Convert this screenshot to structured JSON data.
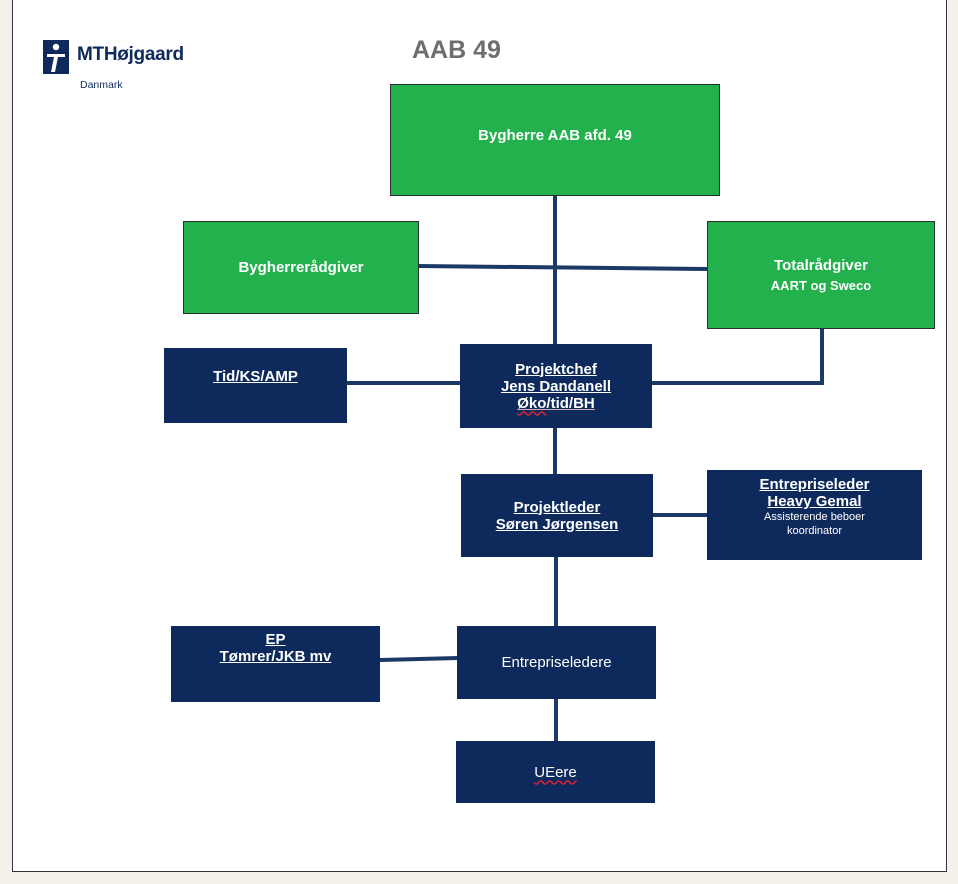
{
  "title": "AAB 49",
  "logo": {
    "name": "MTHøjgaard",
    "subtitle": "Danmark",
    "icon": "mthojgaard-logo-icon"
  },
  "colors": {
    "green": "#22b14c",
    "navy": "#0e2a5c",
    "connector": "#1c3a66"
  },
  "nodes": {
    "bygherre": {
      "label": "Bygherre AAB afd. 49"
    },
    "bygherreraadgiver": {
      "label": "Bygherrerådgiver"
    },
    "totalraadgiver": {
      "label": "Totalrådgiver",
      "sub": "AART og Sweco"
    },
    "tid": {
      "label": "Tid/KS/AMP"
    },
    "projektchef": {
      "line1": "Projektchef",
      "line2": "Jens Dandanell",
      "line3_a": "Øko",
      "line3_b": "/tid/BH"
    },
    "projektleder": {
      "line1": "Projektleder",
      "line2": "Søren Jørgensen"
    },
    "entrepriseleder": {
      "line1": "Entrepriseleder",
      "line2": "Heavy Gemal",
      "line3": "Assisterende beboer",
      "line4": "koordinator"
    },
    "ep": {
      "line1": "EP",
      "line2": "Tømrer/JKB mv"
    },
    "entrepriseledere": {
      "label": "Entrepriseledere"
    },
    "ueere": {
      "label": "UEere"
    }
  }
}
